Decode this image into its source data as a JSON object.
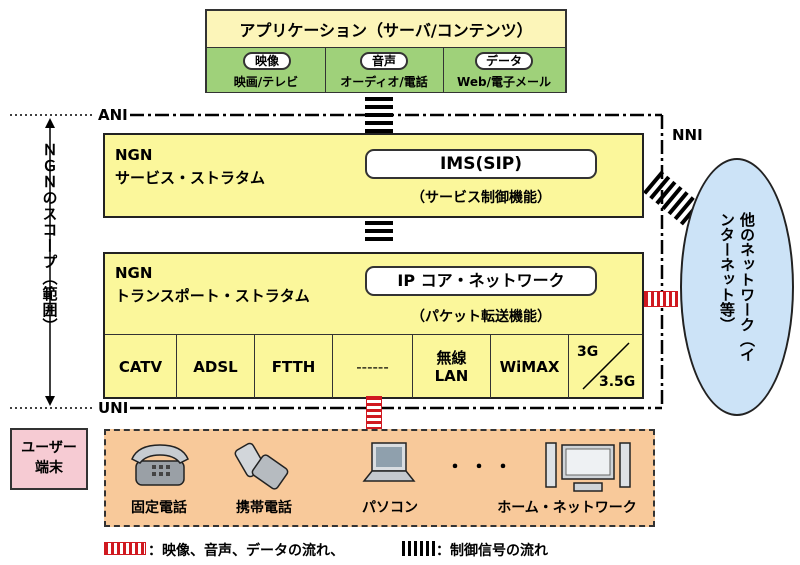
{
  "application": {
    "title": "アプリケーション（サーバ/コンテンツ）",
    "items": [
      {
        "tag": "映像",
        "desc": "映画/テレビ"
      },
      {
        "tag": "音声",
        "desc": "オーディオ/電話"
      },
      {
        "tag": "データ",
        "desc": "Web/電子メール"
      }
    ]
  },
  "interfaces": {
    "ani": "ANI",
    "nni": "NNI",
    "uni": "UNI"
  },
  "scope_label": "ＮＧＮのスコープ（範囲）",
  "service_stratum": {
    "line1": "NGN",
    "line2": "サービス・ストラタム",
    "pill": "IMS(SIP)",
    "function": "（サービス制御機能）"
  },
  "transport_stratum": {
    "line1": "NGN",
    "line2": "トランスポート・ストラタム",
    "pill": "IP コア・ネットワーク",
    "function": "（パケット転送機能）"
  },
  "access_types": [
    "CATV",
    "ADSL",
    "FTTH",
    "------",
    "無線\nLAN",
    "WiMAX",
    "3G",
    "3.5G"
  ],
  "other_network": "他のネットワーク（インターネット等）",
  "user_terminal": {
    "label": "ユーザー\n端末",
    "devices": [
      "固定電話",
      "携帯電話",
      "パソコン",
      "・・・",
      "ホーム・ネットワーク"
    ]
  },
  "legend": {
    "media_text": "：映像、音声、データの流れ、",
    "control_text": "：制御信号の流れ"
  },
  "colors": {
    "app_header": "#fcf5b9",
    "app_green": "#9fd17a",
    "stratum_yellow": "#fbf79b",
    "other_net_blue": "#cce3f7",
    "user_pink": "#f6cbd3",
    "user_orange": "#f8c99a",
    "media_red": "#d01920"
  }
}
